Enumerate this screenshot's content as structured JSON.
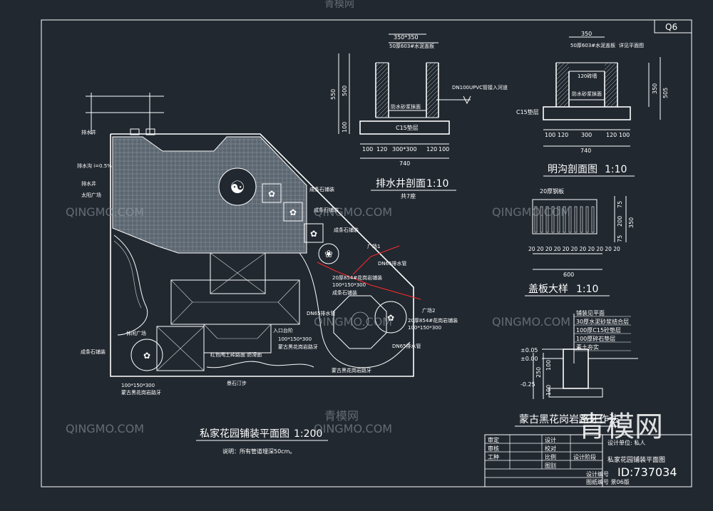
{
  "sheet_no": "Q6",
  "watermark": {
    "latin": "QINGMO.COM",
    "cn": "青模网",
    "brand": "青模网",
    "id": "ID:737034"
  },
  "plan": {
    "title": "私家花园铺装平面图",
    "scale": "1:200",
    "note": "说明：所有管道埋深50cm。",
    "labels": {
      "drain_outlet": "排水井",
      "drain_ditch": "排水沟 i=0.5%",
      "drain_well": "排水井",
      "grass": "太阳广场",
      "leisure": "休闲广场",
      "sq1": "广场1",
      "sq2": "广场2",
      "pipe_a": "DN65排水管",
      "pipe_b": "DN65排水管",
      "pipe_c": "DN65排水管",
      "stone_1": "成条石铺装",
      "stone_2": "成条石铺装",
      "stone_3": "成条石铺装",
      "stone_4": "成条石铺装",
      "stone_5": "成条石铺装",
      "step_1": "20厚854#花岗岩铺装",
      "dim_1": "100*150*300",
      "step_2": "20厚854#花岗岩铺装",
      "dim_2": "100*150*300",
      "entry": "入口台阶",
      "dim_3": "100*150*300",
      "stone_black_1": "蒙古黑花岗岩路牙",
      "stone_black_2": "蒙古黑花岗岩路牙",
      "red_path": "红色陶土砖路面 防滑面",
      "stepping": "景石汀步",
      "dim_4": "100*150*300",
      "stone_black_3": "蒙古黑花岗岩路牙"
    }
  },
  "drain_section": {
    "title": "排水井剖面",
    "scale": "1:10",
    "sub": "共7座",
    "top_dim": "350*350",
    "cover": "50厚603#水泥盖板",
    "pipe": "DN100UPVC管接入河道",
    "inner": "防水砂浆抹面",
    "base": "C15垫层",
    "h1": "550",
    "h2": "500",
    "h3": "100",
    "d1": "100",
    "d2": "120",
    "d3": "300*300",
    "d4": "120",
    "d5": "100",
    "total": "740"
  },
  "ditch_section": {
    "title": "明沟剖面图",
    "scale": "1:10",
    "top_dim": "350",
    "cover": "50厚603#水泥盖板",
    "ref": "详见平面图",
    "wall": "120砖墙",
    "inner": "防水砂浆抹面",
    "base": "C15垫层",
    "h1": "505",
    "h2": "350",
    "d1": "100",
    "d2": "120",
    "d3": "300",
    "d4": "120",
    "d5": "100",
    "total": "740"
  },
  "cover_detail": {
    "title": "盖板大样",
    "scale": "1:10",
    "top": "20厚钢板",
    "bars": "20 20 20 20 20 20 20 20 20 20 20",
    "total": "600",
    "h1": "75",
    "h2": "200",
    "h3": "75",
    "h4": "350"
  },
  "curb_detail": {
    "title": "蒙古黑花岗岩路牙作法",
    "items": [
      "铺装见平面",
      "30厚水泥砂浆结合层",
      "100厚C15砼垫层",
      "100厚碎石垫层",
      "素土夯实"
    ],
    "elev1": "±0.05",
    "elev2": "±0.00",
    "elev3": "-0.25",
    "d1": "250",
    "d2": "100",
    "d3": "100"
  },
  "title_block": {
    "rows": [
      [
        "审定",
        "",
        "设计",
        ""
      ],
      [
        "审核",
        "",
        "校对",
        ""
      ],
      [
        "工种",
        "",
        "比例",
        "设计阶段"
      ],
      [
        "",
        "",
        "图别",
        ""
      ]
    ],
    "drawing": "私家花园铺装平面图",
    "org": "设计单位: 私人",
    "footer1": "设计编号",
    "footer2": "图纸编号 景06版"
  }
}
